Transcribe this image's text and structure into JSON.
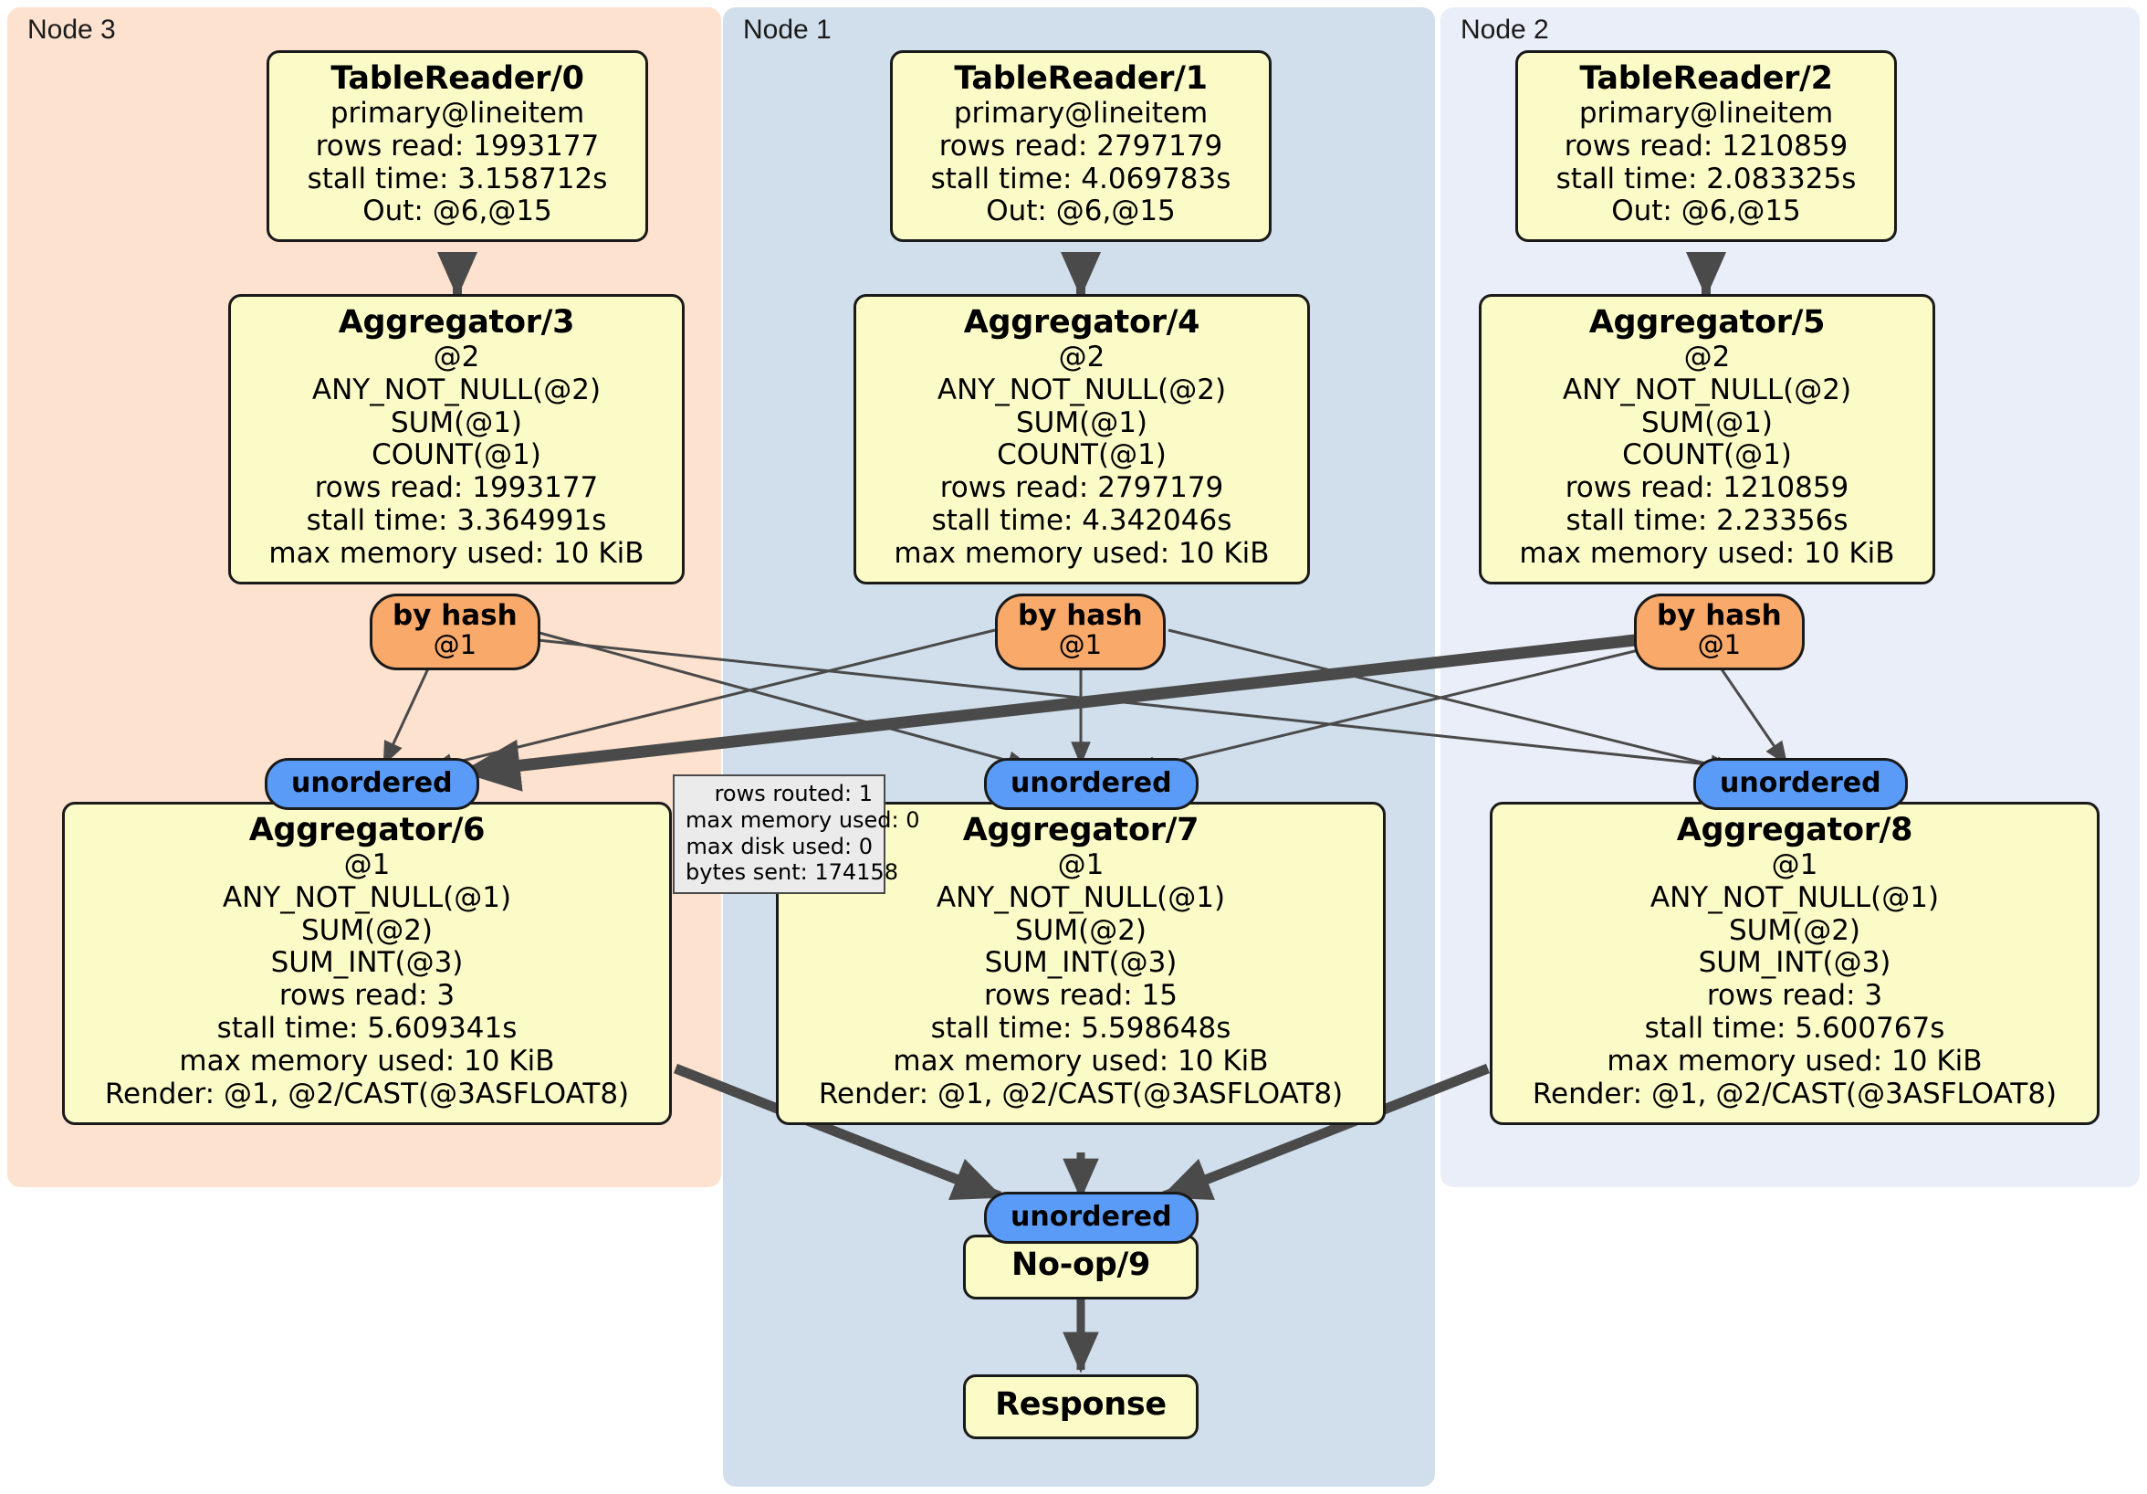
{
  "diagram": {
    "type": "distributed-query-execution-plan",
    "node_panels": [
      {
        "id": "node3",
        "label": "Node 3",
        "color": "#fde2d0"
      },
      {
        "id": "node1",
        "label": "Node 1",
        "color": "#d1dfec"
      },
      {
        "id": "node2",
        "label": "Node 2",
        "color": "#eaeef8"
      }
    ],
    "table_readers": [
      {
        "title": "TableReader/0",
        "source": "primary@lineitem",
        "rows_read": "rows read: 1993177",
        "stall_time": "stall time: 3.158712s",
        "out": "Out: @6,@15"
      },
      {
        "title": "TableReader/1",
        "source": "primary@lineitem",
        "rows_read": "rows read: 2797179",
        "stall_time": "stall time: 4.069783s",
        "out": "Out: @6,@15"
      },
      {
        "title": "TableReader/2",
        "source": "primary@lineitem",
        "rows_read": "rows read: 1210859",
        "stall_time": "stall time: 2.083325s",
        "out": "Out: @6,@15"
      }
    ],
    "aggregators_upper": [
      {
        "title": "Aggregator/3",
        "group": "@2",
        "func1": "ANY_NOT_NULL(@2)",
        "func2": "SUM(@1)",
        "func3": "COUNT(@1)",
        "rows_read": "rows read: 1993177",
        "stall_time": "stall time: 3.364991s",
        "max_memory": "max memory used: 10 KiB"
      },
      {
        "title": "Aggregator/4",
        "group": "@2",
        "func1": "ANY_NOT_NULL(@2)",
        "func2": "SUM(@1)",
        "func3": "COUNT(@1)",
        "rows_read": "rows read: 2797179",
        "stall_time": "stall time: 4.342046s",
        "max_memory": "max memory used: 10 KiB"
      },
      {
        "title": "Aggregator/5",
        "group": "@2",
        "func1": "ANY_NOT_NULL(@2)",
        "func2": "SUM(@1)",
        "func3": "COUNT(@1)",
        "rows_read": "rows read: 1210859",
        "stall_time": "stall time: 2.23356s",
        "max_memory": "max memory used: 10 KiB"
      }
    ],
    "aggregators_lower": [
      {
        "title": "Aggregator/6",
        "group": "@1",
        "func1": "ANY_NOT_NULL(@1)",
        "func2": "SUM(@2)",
        "func3": "SUM_INT(@3)",
        "rows_read": "rows read: 3",
        "stall_time": "stall time: 5.609341s",
        "max_memory": "max memory used: 10 KiB",
        "render": "Render: @1, @2/CAST(@3ASFLOAT8)"
      },
      {
        "title": "Aggregator/7",
        "group": "@1",
        "func1": "ANY_NOT_NULL(@1)",
        "func2": "SUM(@2)",
        "func3": "SUM_INT(@3)",
        "rows_read": "rows read: 15",
        "stall_time": "stall time: 5.598648s",
        "max_memory": "max memory used: 10 KiB",
        "render": "Render: @1, @2/CAST(@3ASFLOAT8)"
      },
      {
        "title": "Aggregator/8",
        "group": "@1",
        "func1": "ANY_NOT_NULL(@1)",
        "func2": "SUM(@2)",
        "func3": "SUM_INT(@3)",
        "rows_read": "rows read: 3",
        "stall_time": "stall time: 5.600767s",
        "max_memory": "max memory used: 10 KiB",
        "render": "Render: @1, @2/CAST(@3ASFLOAT8)"
      }
    ],
    "hash_routers": [
      {
        "title": "by hash",
        "column": "@1"
      },
      {
        "title": "by hash",
        "column": "@1"
      },
      {
        "title": "by hash",
        "column": "@1"
      }
    ],
    "unordered_pills": [
      {
        "label": "unordered"
      },
      {
        "label": "unordered"
      },
      {
        "label": "unordered"
      },
      {
        "label": "unordered"
      }
    ],
    "stats_tooltip": {
      "rows_routed": "rows routed: 1",
      "max_memory_used": "max memory used: 0",
      "max_disk_used": "max disk used: 0",
      "bytes_sent": "bytes sent: 174158"
    },
    "terminal_nodes": {
      "noop": "No-op/9",
      "response": "Response"
    },
    "colors": {
      "operator_fill": "#fbfbc8",
      "hash_router_fill": "#f9a96a",
      "unordered_fill": "#5b9bf8",
      "stats_fill": "#ebebeb",
      "edge": "#4a4a4a",
      "border": "#1a1a1a"
    }
  }
}
